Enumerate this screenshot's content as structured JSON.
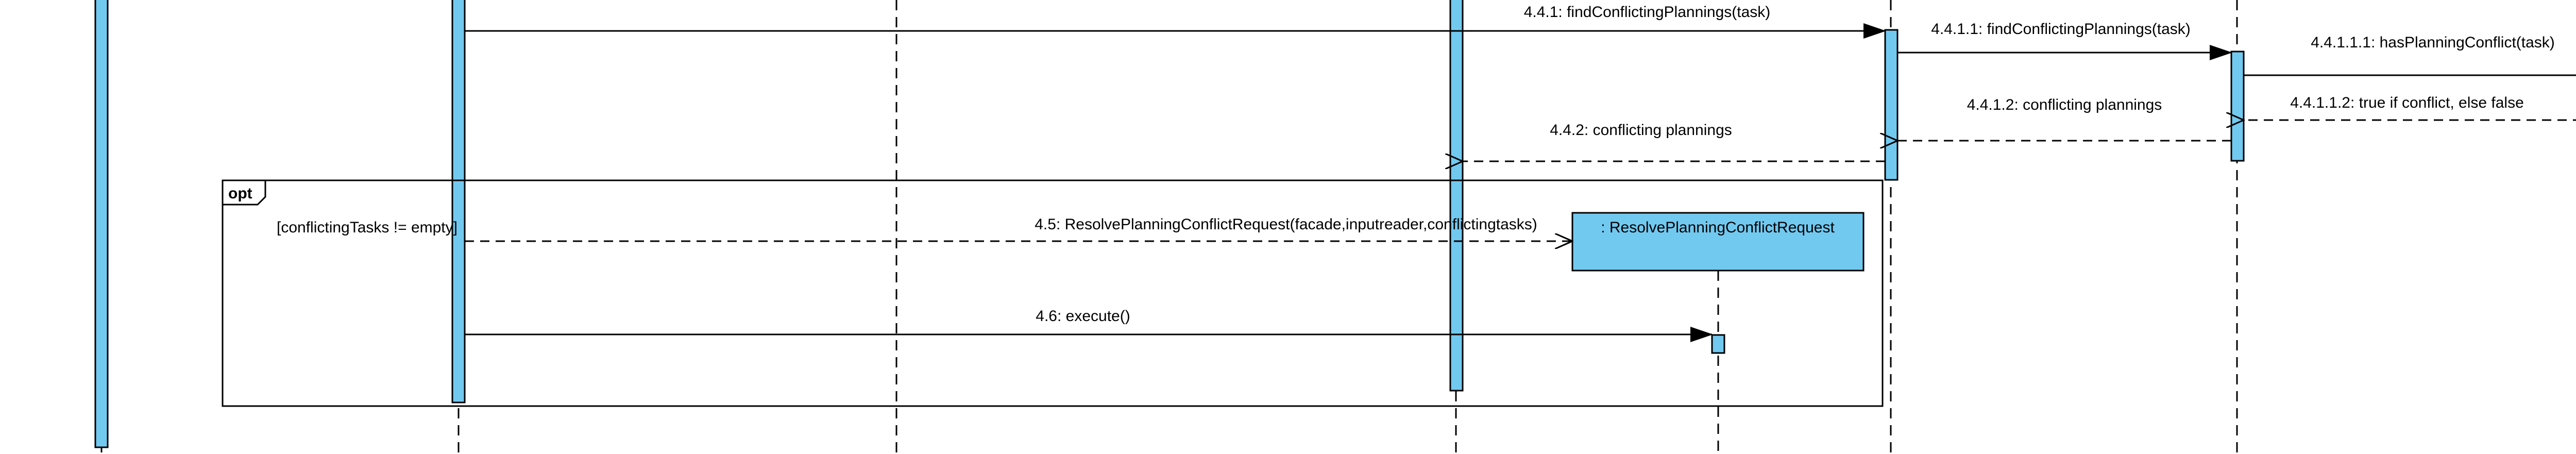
{
  "fragment": {
    "operator": "opt",
    "guard": "[conflictingTasks != empty]"
  },
  "created_object": {
    "name": ": ResolvePlanningConflictRequest"
  },
  "messages": [
    {
      "id": "m441",
      "label": "4.4.1: findConflictingPlannings(task)",
      "kind": "sync"
    },
    {
      "id": "m4411",
      "label": "4.4.1.1: findConflictingPlannings(task)",
      "kind": "sync"
    },
    {
      "id": "m44111",
      "label": "4.4.1.1.1: hasPlanningConflict(task)",
      "kind": "sync"
    },
    {
      "id": "m44112",
      "label": "4.4.1.1.2: true if conflict, else false",
      "kind": "return"
    },
    {
      "id": "m4412",
      "label": "4.4.1.2: conflicting plannings",
      "kind": "return"
    },
    {
      "id": "m442",
      "label": "4.4.2: conflicting plannings",
      "kind": "return"
    },
    {
      "id": "m45",
      "label": "4.5: ResolvePlanningConflictRequest(facade,inputreader,conflictingtasks)",
      "kind": "create"
    },
    {
      "id": "m46",
      "label": "4.6: execute()",
      "kind": "sync"
    }
  ],
  "colors": {
    "activation_fill": "#72c9f0",
    "line": "#000000",
    "background": "#ffffff"
  }
}
